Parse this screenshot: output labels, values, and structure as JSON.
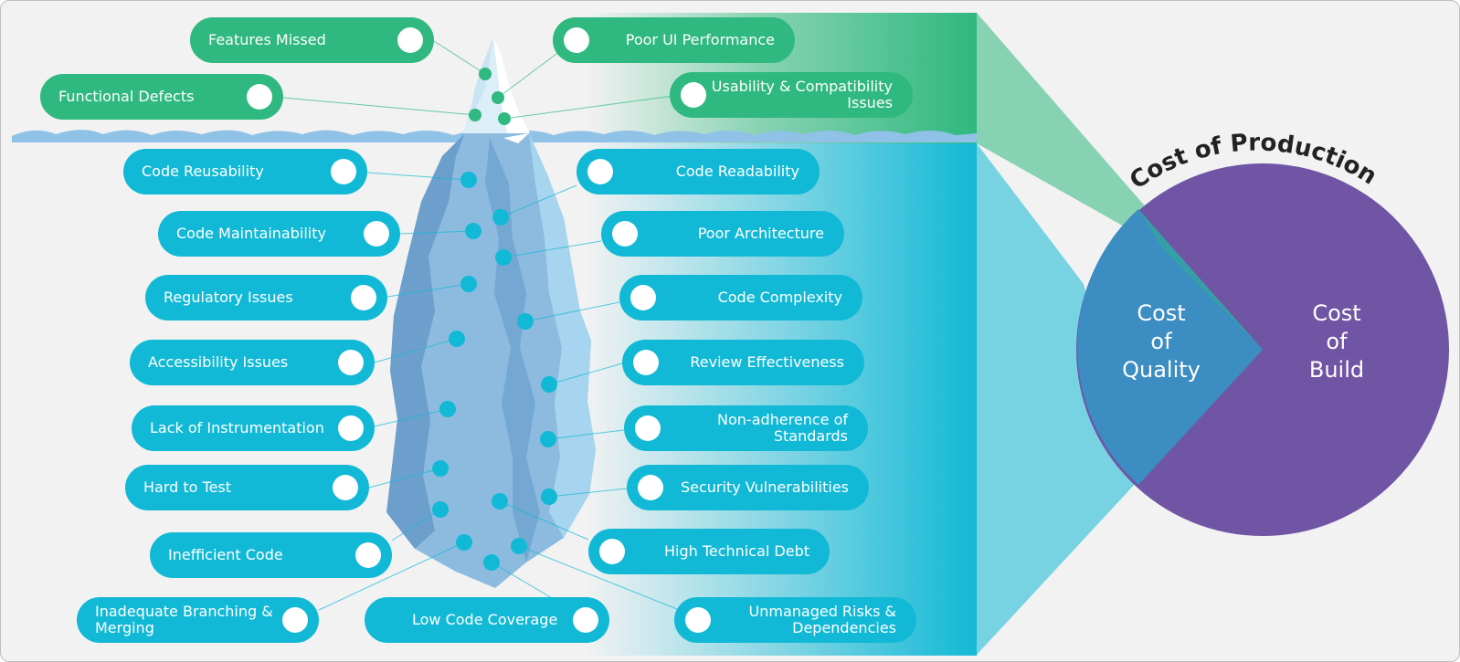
{
  "above_surface": [
    {
      "id": "features-missed",
      "label": "Features Missed"
    },
    {
      "id": "functional-defects",
      "label": "Functional Defects"
    },
    {
      "id": "poor-ui-performance",
      "label": "Poor UI Performance"
    },
    {
      "id": "usability-compatibility",
      "label": "Usability & Compatibility\nIssues"
    }
  ],
  "below_surface": [
    {
      "id": "code-reusability",
      "label": "Code Reusability"
    },
    {
      "id": "code-maintainability",
      "label": "Code Maintainability"
    },
    {
      "id": "regulatory-issues",
      "label": "Regulatory Issues"
    },
    {
      "id": "accessibility-issues",
      "label": "Accessibility Issues"
    },
    {
      "id": "lack-of-instrumentation",
      "label": "Lack of Instrumentation"
    },
    {
      "id": "hard-to-test",
      "label": "Hard to Test"
    },
    {
      "id": "inefficient-code",
      "label": "Inefficient Code"
    },
    {
      "id": "inadequate-branching",
      "label": "Inadequate Branching &\nMerging"
    },
    {
      "id": "low-code-coverage",
      "label": "Low Code Coverage"
    },
    {
      "id": "code-readability",
      "label": "Code Readability"
    },
    {
      "id": "poor-architecture",
      "label": "Poor Architecture"
    },
    {
      "id": "code-complexity",
      "label": "Code Complexity"
    },
    {
      "id": "review-effectiveness",
      "label": "Review Effectiveness"
    },
    {
      "id": "non-adherence",
      "label": "Non-adherence of\nStandards"
    },
    {
      "id": "security-vulnerabilities",
      "label": "Security Vulnerabilities"
    },
    {
      "id": "high-technical-debt",
      "label": "High Technical Debt"
    },
    {
      "id": "unmanaged-risks",
      "label": "Unmanaged Risks &\nDependencies"
    }
  ],
  "pie": {
    "title": "Cost of Production",
    "quality_label": "Cost\nof\nQuality",
    "build_label": "Cost\nof\nBuild"
  },
  "colors": {
    "green": "#2fb87f",
    "teal": "#12b9d6",
    "purple": "#7055a4",
    "quality_blue": "#3b8dc2",
    "iceberg": "#8dbbdf",
    "water": "#8fc2e6"
  }
}
